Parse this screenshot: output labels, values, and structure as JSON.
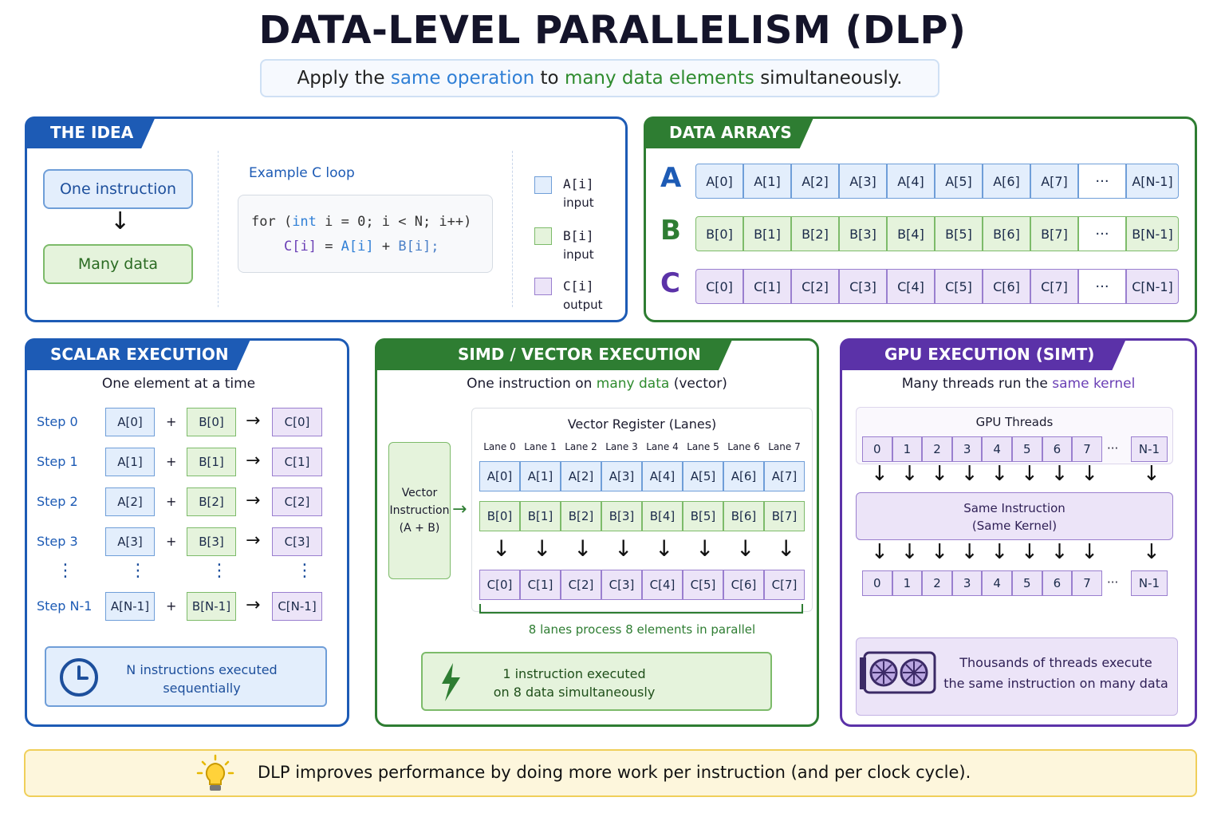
{
  "title": "DATA-LEVEL PARALLELISM (DLP)",
  "subtitle": {
    "p1": "Apply the ",
    "h1": "same operation",
    "p2": " to ",
    "h2": "many data elements",
    "p3": " simultaneously."
  },
  "idea": {
    "tab": "THE IDEA",
    "one_instruction": "One instruction",
    "many_data": "Many data",
    "example_label": "Example C loop",
    "code_line1_pre": "for (",
    "code_line1_kw": "int",
    "code_line1_post": " i = 0; i < N; i++)",
    "code_c": "C[i]",
    "code_eq": " = ",
    "code_a": "A[i]",
    "code_plus": " + ",
    "code_b": "B[i];",
    "legend": [
      {
        "name": "A[i]",
        "desc": "input"
      },
      {
        "name": "B[i]",
        "desc": "input"
      },
      {
        "name": "C[i]",
        "desc": "output"
      }
    ]
  },
  "arrays": {
    "tab": "DATA ARRAYS",
    "rows": [
      {
        "letter": "A",
        "cells": [
          "A[0]",
          "A[1]",
          "A[2]",
          "A[3]",
          "A[4]",
          "A[5]",
          "A[6]",
          "A[7]",
          "···",
          "A[N-1]"
        ]
      },
      {
        "letter": "B",
        "cells": [
          "B[0]",
          "B[1]",
          "B[2]",
          "B[3]",
          "B[4]",
          "B[5]",
          "B[6]",
          "B[7]",
          "···",
          "B[N-1]"
        ]
      },
      {
        "letter": "C",
        "cells": [
          "C[0]",
          "C[1]",
          "C[2]",
          "C[3]",
          "C[4]",
          "C[5]",
          "C[6]",
          "C[7]",
          "···",
          "C[N-1]"
        ]
      }
    ]
  },
  "scalar": {
    "tab": "SCALAR EXECUTION",
    "subtitle": "One element at a time",
    "steps": [
      {
        "step": "Step 0",
        "a": "A[0]",
        "b": "B[0]",
        "c": "C[0]"
      },
      {
        "step": "Step 1",
        "a": "A[1]",
        "b": "B[1]",
        "c": "C[1]"
      },
      {
        "step": "Step 2",
        "a": "A[2]",
        "b": "B[2]",
        "c": "C[2]"
      },
      {
        "step": "Step 3",
        "a": "A[3]",
        "b": "B[3]",
        "c": "C[3]"
      },
      {
        "step": "Step N-1",
        "a": "A[N-1]",
        "b": "B[N-1]",
        "c": "C[N-1]"
      }
    ],
    "plus": "+",
    "note": "N instructions executed sequentially"
  },
  "simd": {
    "tab": "SIMD / VECTOR EXECUTION",
    "subtitle_p1": "One instruction on ",
    "subtitle_h": "many data",
    "subtitle_p2": " (vector)",
    "vector_instr": "Vector Instruction (A + B)",
    "register_title": "Vector Register (Lanes)",
    "lanes": [
      "Lane 0",
      "Lane 1",
      "Lane 2",
      "Lane 3",
      "Lane 4",
      "Lane 5",
      "Lane 6",
      "Lane 7"
    ],
    "a": [
      "A[0]",
      "A[1]",
      "A[2]",
      "A[3]",
      "A[4]",
      "A[5]",
      "A[6]",
      "A[7]"
    ],
    "b": [
      "B[0]",
      "B[1]",
      "B[2]",
      "B[3]",
      "B[4]",
      "B[5]",
      "B[6]",
      "B[7]"
    ],
    "c": [
      "C[0]",
      "C[1]",
      "C[2]",
      "C[3]",
      "C[4]",
      "C[5]",
      "C[6]",
      "C[7]"
    ],
    "brace_label": "8 lanes process 8 elements in parallel",
    "note_line1": "1 instruction executed",
    "note_line2": "on 8 data simultaneously"
  },
  "gpu": {
    "tab": "GPU EXECUTION (SIMT)",
    "subtitle_p1": "Many threads run the ",
    "subtitle_h": "same kernel",
    "threads_title": "GPU Threads",
    "threads": [
      "0",
      "1",
      "2",
      "3",
      "4",
      "5",
      "6",
      "7"
    ],
    "ellipsis": "···",
    "last": "N-1",
    "same_instr_line1": "Same Instruction",
    "same_instr_line2": "(Same Kernel)",
    "note_line1": "Thousands of threads execute",
    "note_line2": "the same instruction on many data"
  },
  "footer": "DLP improves performance by doing more work per instruction (and per clock cycle).",
  "colors": {
    "blue": "#1d5bb5",
    "green": "#2e7d32",
    "purple": "#5b32a8",
    "footer_bg": "#fdf6dc"
  }
}
